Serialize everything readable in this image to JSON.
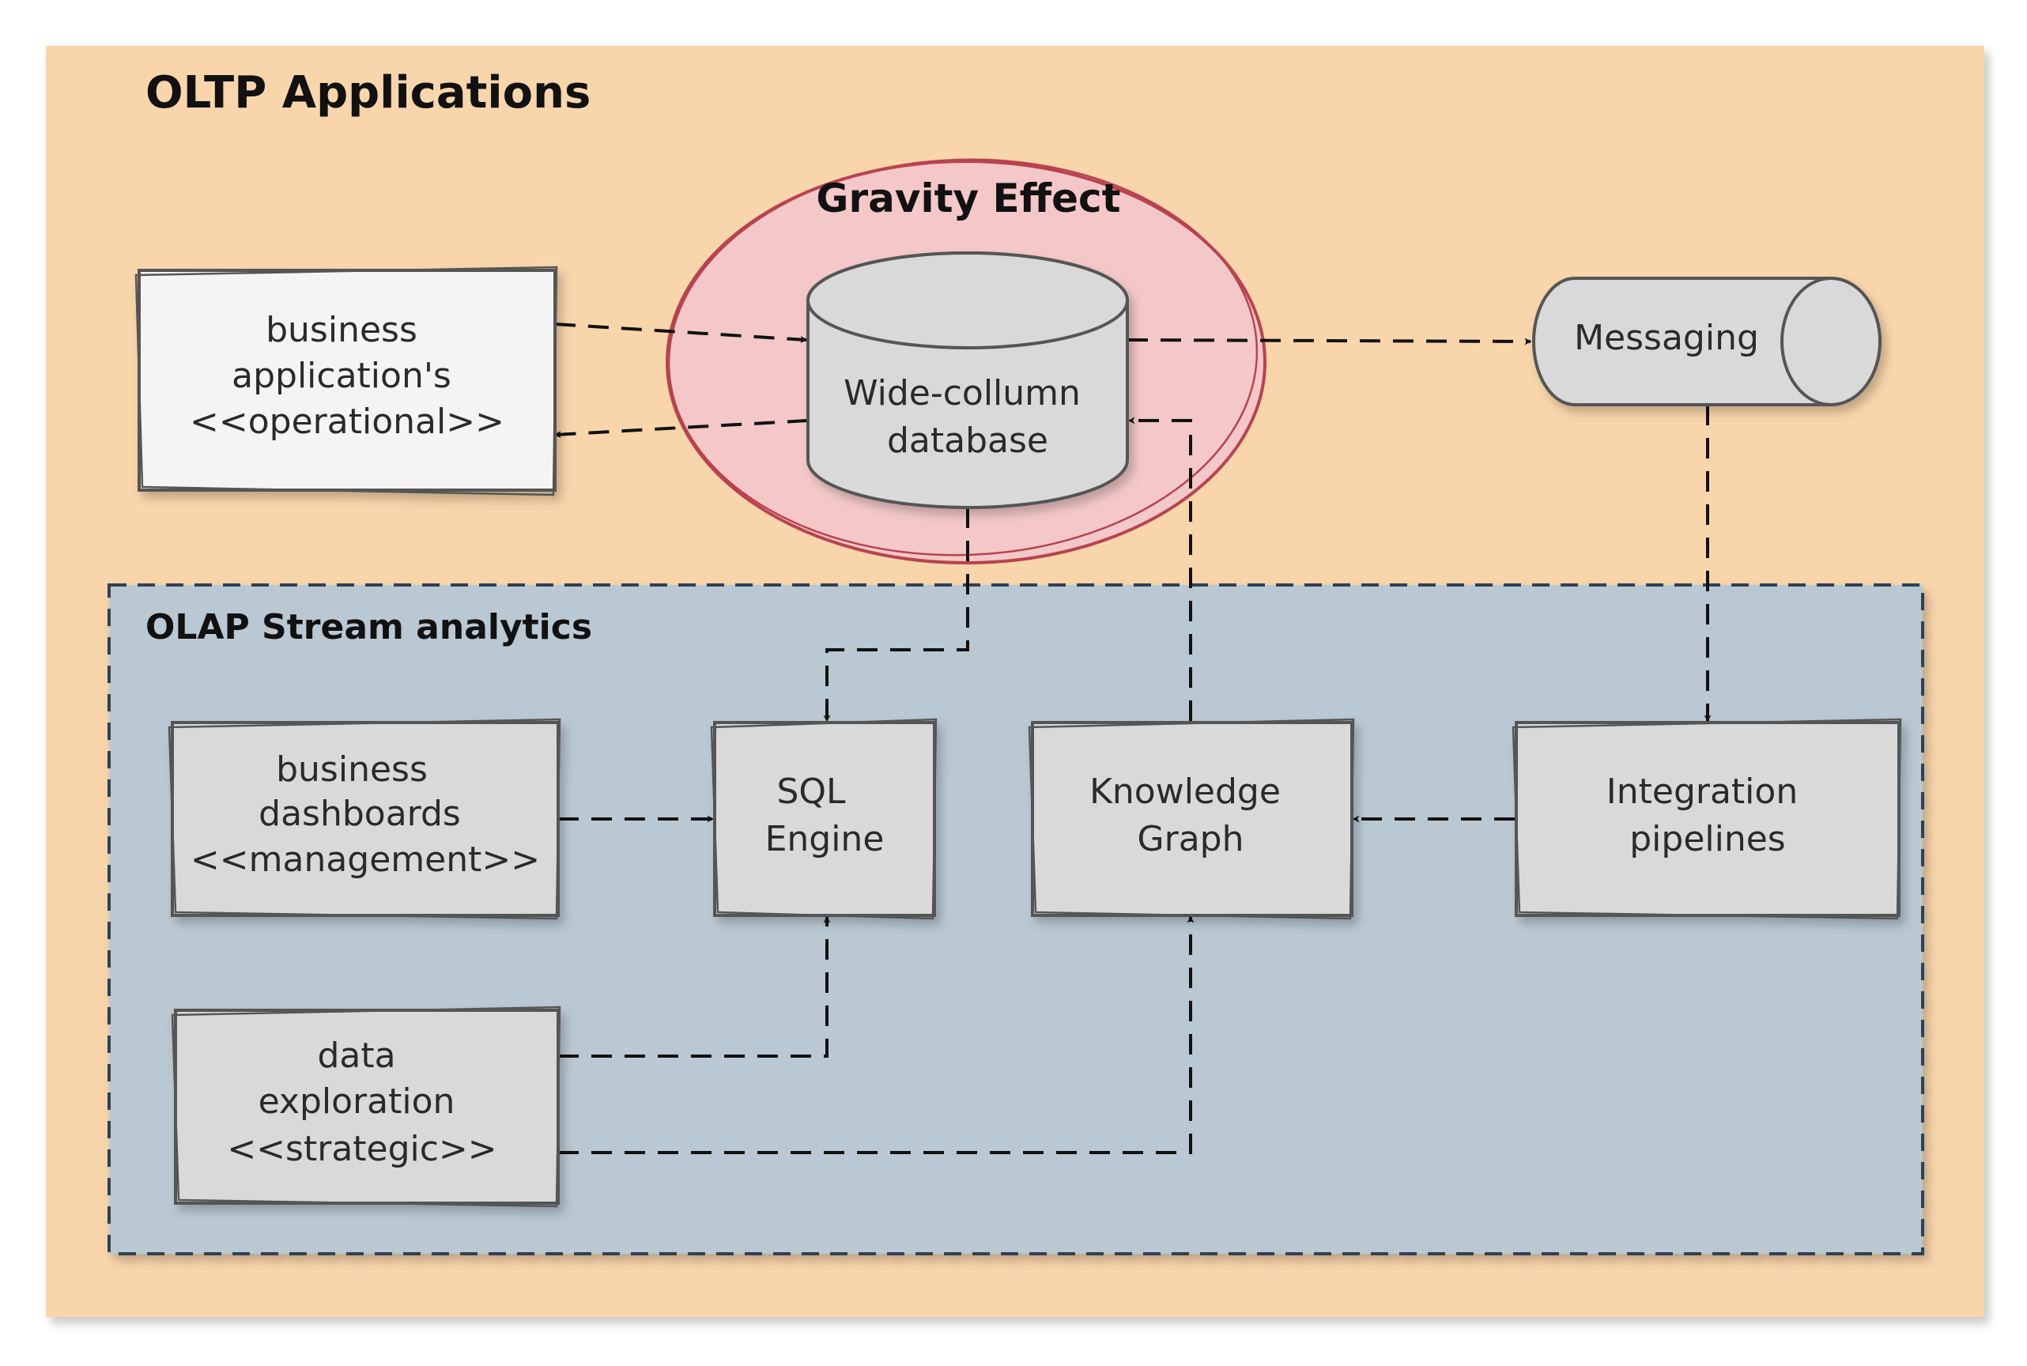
{
  "groups": {
    "oltp": {
      "title": "OLTP Applications",
      "fill": "#f9d5ab"
    },
    "olap": {
      "title": "OLAP Stream analytics",
      "fill": "#b9c8d3",
      "stroke": "#2f4252"
    },
    "gravity": {
      "title": "Gravity Effect",
      "fill": "#f4c8c8",
      "stroke": "#b8434e"
    }
  },
  "nodes": {
    "business_app": {
      "lines": [
        "business",
        "application's",
        "<<operational>>"
      ],
      "fill": "#f4f4f4"
    },
    "wide_column_db": {
      "lines": [
        "Wide-collumn",
        "database"
      ],
      "fill": "#d9d9d9"
    },
    "messaging": {
      "lines": [
        "Messaging"
      ],
      "fill": "#d9d9d9"
    },
    "business_dashboards": {
      "lines": [
        "business",
        "dashboards",
        "<<management>>"
      ],
      "fill": "#d9d9d9"
    },
    "sql_engine": {
      "lines": [
        "SQL",
        "Engine"
      ],
      "fill": "#d9d9d9"
    },
    "knowledge_graph": {
      "lines": [
        "Knowledge",
        "Graph"
      ],
      "fill": "#d9d9d9"
    },
    "integration_pipelines": {
      "lines": [
        "Integration",
        "pipelines"
      ],
      "fill": "#d9d9d9"
    },
    "data_exploration": {
      "lines": [
        "data",
        "exploration",
        "<<strategic>>"
      ],
      "fill": "#d9d9d9"
    }
  },
  "edges": [
    {
      "from": "business_app",
      "to": "wide_column_db"
    },
    {
      "from": "wide_column_db",
      "to": "business_app"
    },
    {
      "from": "wide_column_db",
      "to": "messaging"
    },
    {
      "from": "messaging",
      "to": "integration_pipelines"
    },
    {
      "from": "wide_column_db",
      "to": "sql_engine"
    },
    {
      "from": "knowledge_graph",
      "to": "wide_column_db"
    },
    {
      "from": "business_dashboards",
      "to": "sql_engine"
    },
    {
      "from": "integration_pipelines",
      "to": "knowledge_graph"
    },
    {
      "from": "data_exploration",
      "to": "sql_engine"
    },
    {
      "from": "data_exploration",
      "to": "knowledge_graph"
    }
  ]
}
